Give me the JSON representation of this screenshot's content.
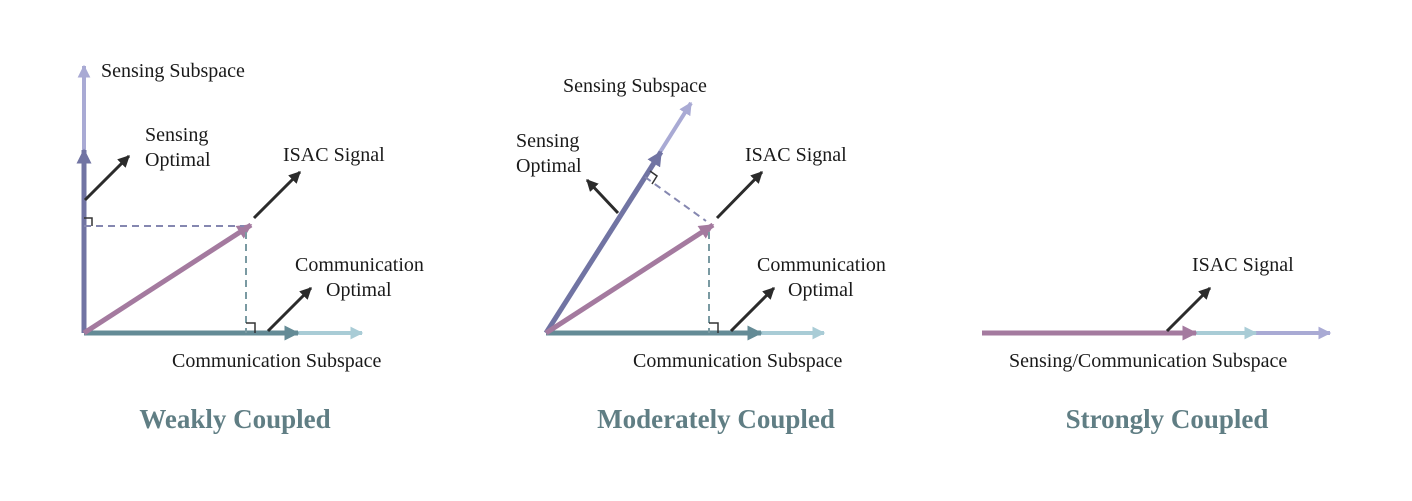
{
  "panels": {
    "weak": {
      "title": "Weakly Coupled",
      "sensing_subspace": "Sensing Subspace",
      "sensing_optimal_line1": "Sensing",
      "sensing_optimal_line2": "Optimal",
      "isac_signal": "ISAC Signal",
      "comm_optimal_line1": "Communication",
      "comm_optimal_line2": "Optimal",
      "comm_subspace": "Communication Subspace"
    },
    "moderate": {
      "title": "Moderately Coupled",
      "sensing_subspace": "Sensing Subspace",
      "sensing_optimal_line1": "Sensing",
      "sensing_optimal_line2": "Optimal",
      "isac_signal": "ISAC Signal",
      "comm_optimal_line1": "Communication",
      "comm_optimal_line2": "Optimal",
      "comm_subspace": "Communication Subspace"
    },
    "strong": {
      "title": "Strongly Coupled",
      "isac_signal": "ISAC Signal",
      "subspace": "Sensing/Communication Subspace"
    }
  },
  "colors": {
    "sensing_light": "#a9aad4",
    "sensing_dark": "#7174a3",
    "isac": "#a47a9f",
    "comm_dark": "#648b96",
    "comm_light": "#a9ccd6",
    "projection_sensing": "#8587b0",
    "projection_comm": "#7a9aa2",
    "black_arrow": "#2b2b2b",
    "title": "#607e84"
  }
}
